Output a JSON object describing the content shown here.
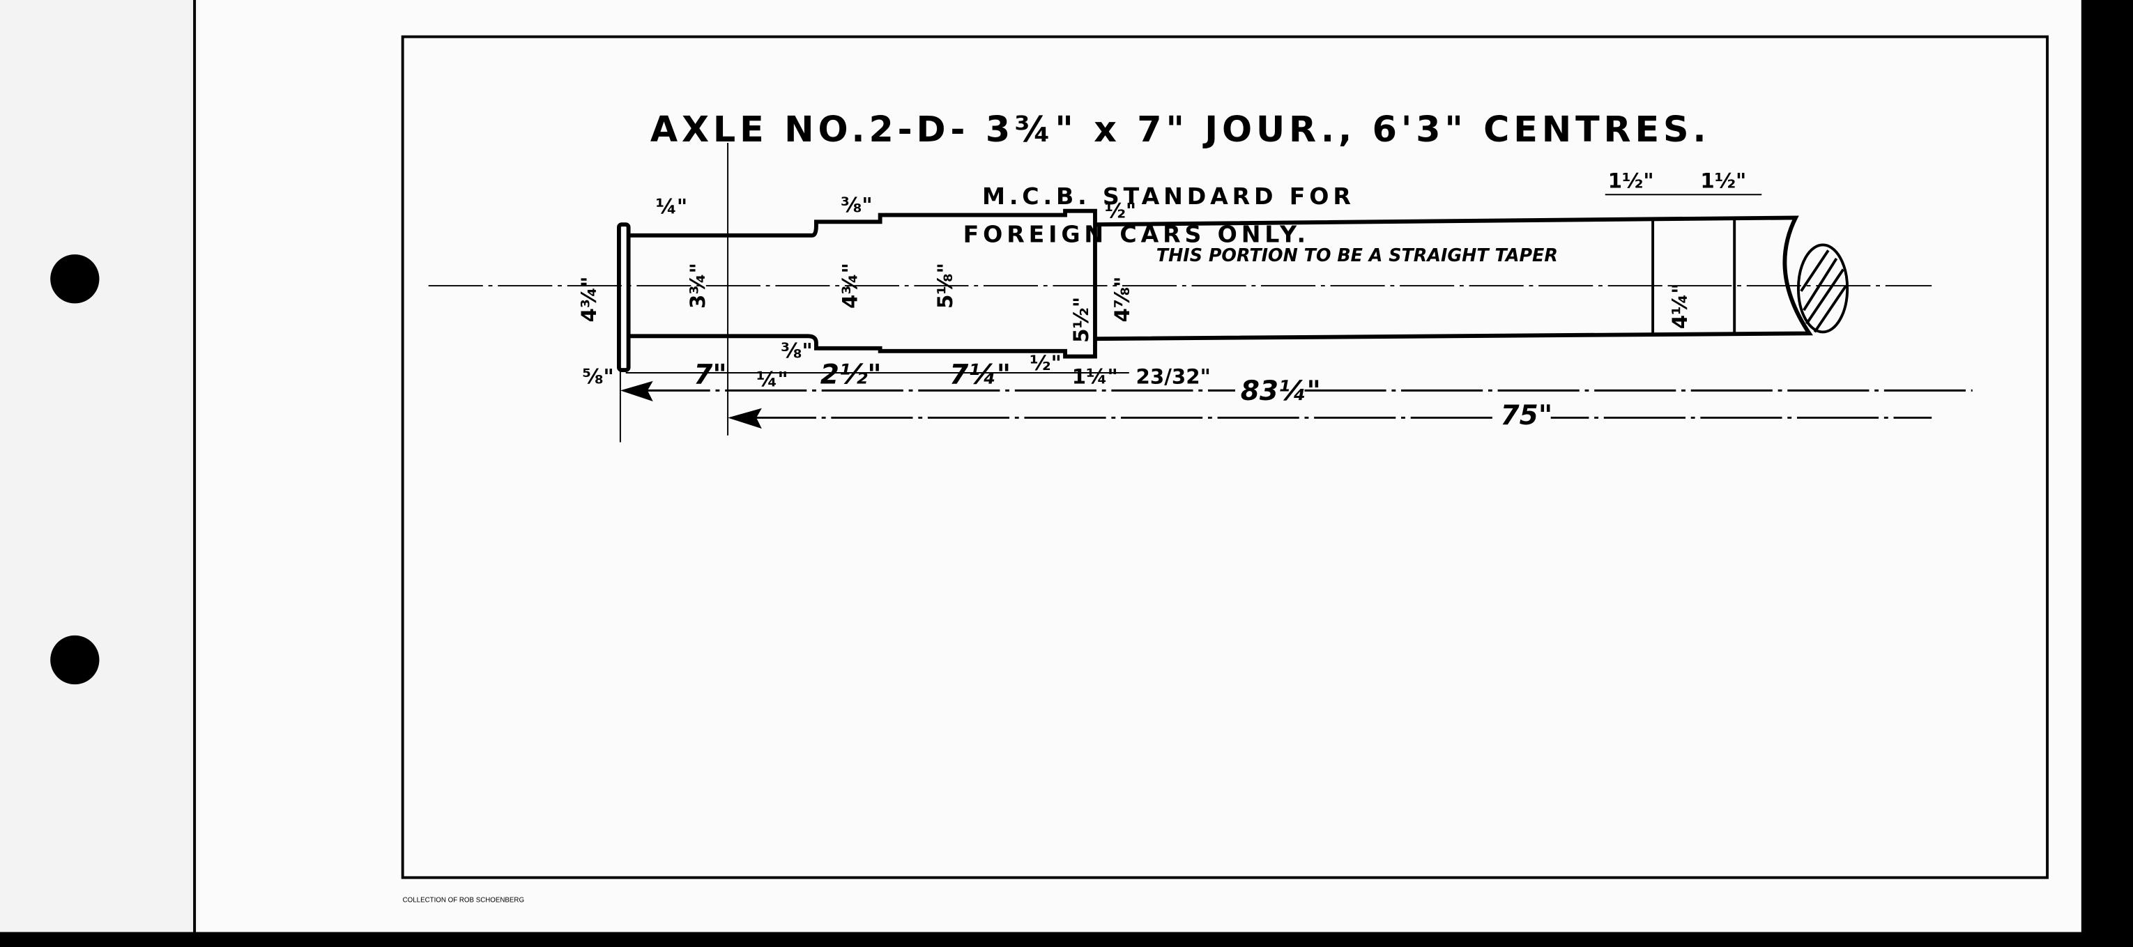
{
  "drawing": {
    "title": "AXLE NO.2-D- 3¾\" x 7\" JOUR.,  6'3\" CENTRES.",
    "subtitle_line1": "M.C.B. STANDARD FOR",
    "subtitle_line2": "FOREIGN CARS ONLY.",
    "taper_note": "THIS PORTION TO BE A STRAIGHT TAPER",
    "diameters": {
      "collar": "4¾\"",
      "journal": "3¾\"",
      "dust_guard": "4¾\"",
      "wheel_seat": "5⅛\"",
      "ring": "5½\"",
      "body_end": "4⅞\"",
      "center": "4¼\""
    },
    "fillets": {
      "collar": "¼\"",
      "journal_end": "⅜\"",
      "dust_guard": "⅜\"",
      "wheel_seat": "½\""
    },
    "top_spacing": [
      "1½\"",
      "1½\""
    ],
    "lengths": [
      "⅝\"",
      "7\"",
      "¼\"",
      "2½\"",
      "7¼\"",
      "½\"",
      "1¼\"",
      "23/32\""
    ],
    "overall_length": "83¼\"",
    "centres_length": "75\"",
    "footer": "COLLECTION OF ROB SCHOENBERG"
  }
}
